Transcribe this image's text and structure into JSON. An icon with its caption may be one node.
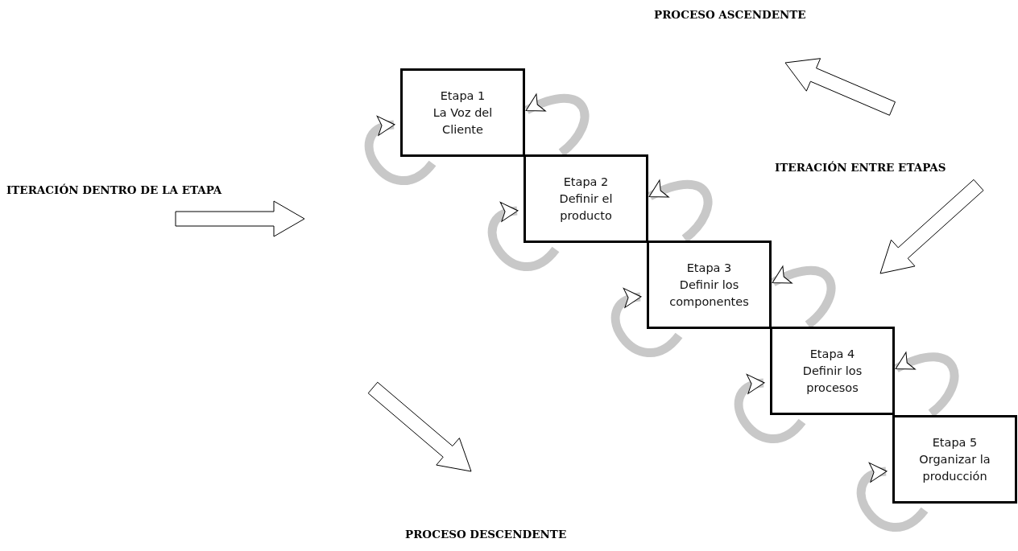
{
  "diagram": {
    "nodes": [
      {
        "text": [
          "Etapa 1",
          "La Voz del Cliente"
        ]
      },
      {
        "text": [
          "Etapa 2",
          "Definir el producto"
        ]
      },
      {
        "text": [
          "Etapa 3",
          "Definir los componentes"
        ]
      },
      {
        "text": [
          "Etapa 4",
          "Definir los procesos"
        ]
      },
      {
        "text": [
          "Etapa 5",
          "Organizar la producción"
        ]
      }
    ],
    "edges": [
      {
        "from": 1,
        "to": 0,
        "arrow": "to"
      },
      {
        "from": 2,
        "to": 1,
        "arrow": "to"
      },
      {
        "from": 3,
        "to": 2,
        "arrow": "to"
      },
      {
        "from": 4,
        "to": 3,
        "arrow": "to"
      }
    ],
    "labels": [
      "PROCESO ASCENDENTE",
      "ITERACIÓN ENTRE ETAPAS",
      "ITERACIÓN DENTRO DE LA ETAPA",
      "PROCESO DESCENDENTE"
    ]
  }
}
